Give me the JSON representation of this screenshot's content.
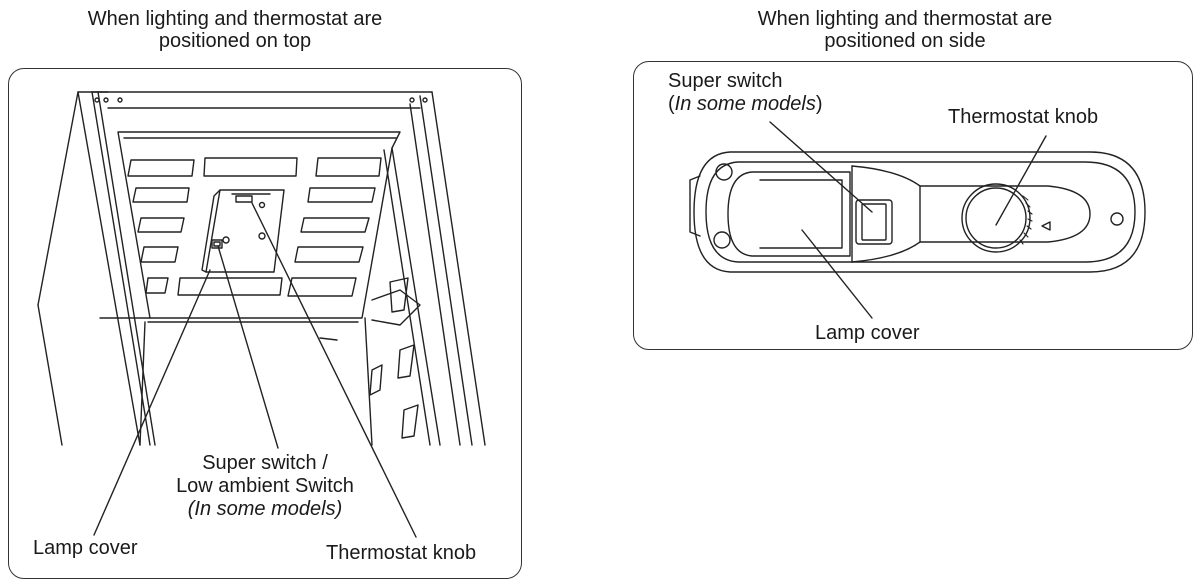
{
  "left_panel": {
    "caption_line1": "When lighting and thermostat are",
    "caption_line2": "positioned on top",
    "labels": {
      "super_switch_line1": "Super switch /",
      "super_switch_line2": "Low ambient Switch",
      "super_switch_line3": "(In some models)",
      "lamp_cover": "Lamp cover",
      "thermostat_knob": "Thermostat knob"
    }
  },
  "right_panel": {
    "caption_line1": "When lighting and thermostat are",
    "caption_line2": "positioned on side",
    "labels": {
      "super_switch_line1": "Super switch",
      "super_switch_line2_open": "(",
      "super_switch_line2_italic": "In some models",
      "super_switch_line2_close": ")",
      "thermostat_knob": "Thermostat knob",
      "lamp_cover": "Lamp cover"
    }
  }
}
